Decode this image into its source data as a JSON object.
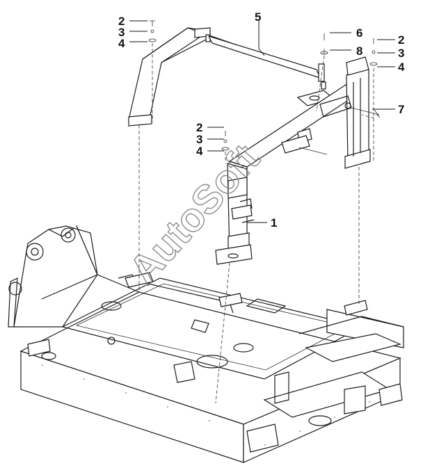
{
  "callouts": [
    {
      "id": "c2a",
      "label": "2"
    },
    {
      "id": "c3a",
      "label": "3"
    },
    {
      "id": "c4a",
      "label": "4"
    },
    {
      "id": "c5",
      "label": "5"
    },
    {
      "id": "c6",
      "label": "6"
    },
    {
      "id": "c8",
      "label": "8"
    },
    {
      "id": "c2b",
      "label": "2"
    },
    {
      "id": "c3b",
      "label": "3"
    },
    {
      "id": "c4b",
      "label": "4"
    },
    {
      "id": "c7",
      "label": "7"
    },
    {
      "id": "c2c",
      "label": "2"
    },
    {
      "id": "c3c",
      "label": "3"
    },
    {
      "id": "c4c",
      "label": "4"
    },
    {
      "id": "c1",
      "label": "1"
    }
  ],
  "watermark": "AutoSoft"
}
